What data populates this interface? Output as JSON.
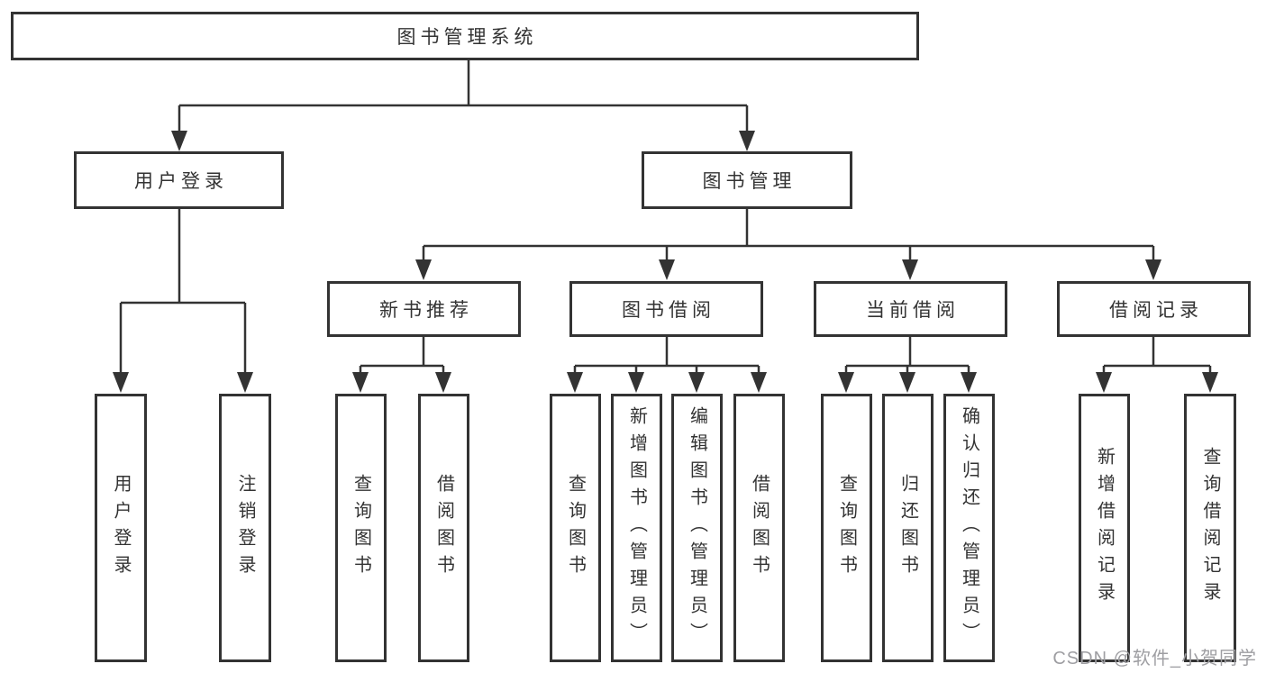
{
  "diagram_type": "function-structure-tree",
  "hierarchy": {
    "label": "图书管理系统",
    "children": [
      {
        "label": "用户登录",
        "children": [
          {
            "label": "用户登录"
          },
          {
            "label": "注销登录"
          }
        ]
      },
      {
        "label": "图书管理",
        "children": [
          {
            "label": "新书推荐",
            "children": [
              {
                "label": "查询图书"
              },
              {
                "label": "借阅图书"
              }
            ]
          },
          {
            "label": "图书借阅",
            "children": [
              {
                "label": "查询图书"
              },
              {
                "label": "新增图书（管理员）"
              },
              {
                "label": "编辑图书（管理员）"
              },
              {
                "label": "借阅图书"
              }
            ]
          },
          {
            "label": "当前借阅",
            "children": [
              {
                "label": "查询图书"
              },
              {
                "label": "归还图书"
              },
              {
                "label": "确认归还（管理员）"
              }
            ]
          },
          {
            "label": "借阅记录",
            "children": [
              {
                "label": "新增借阅记录"
              },
              {
                "label": "查询借阅记录"
              }
            ]
          }
        ]
      }
    ]
  },
  "watermark": {
    "text": "CSDN @软件_小贺同学"
  },
  "colors": {
    "line": "#333333",
    "box_border": "#333333",
    "box_fill": "#ffffff",
    "text": "#333333",
    "watermark": "#9e9ea2",
    "background": "#ffffff"
  }
}
